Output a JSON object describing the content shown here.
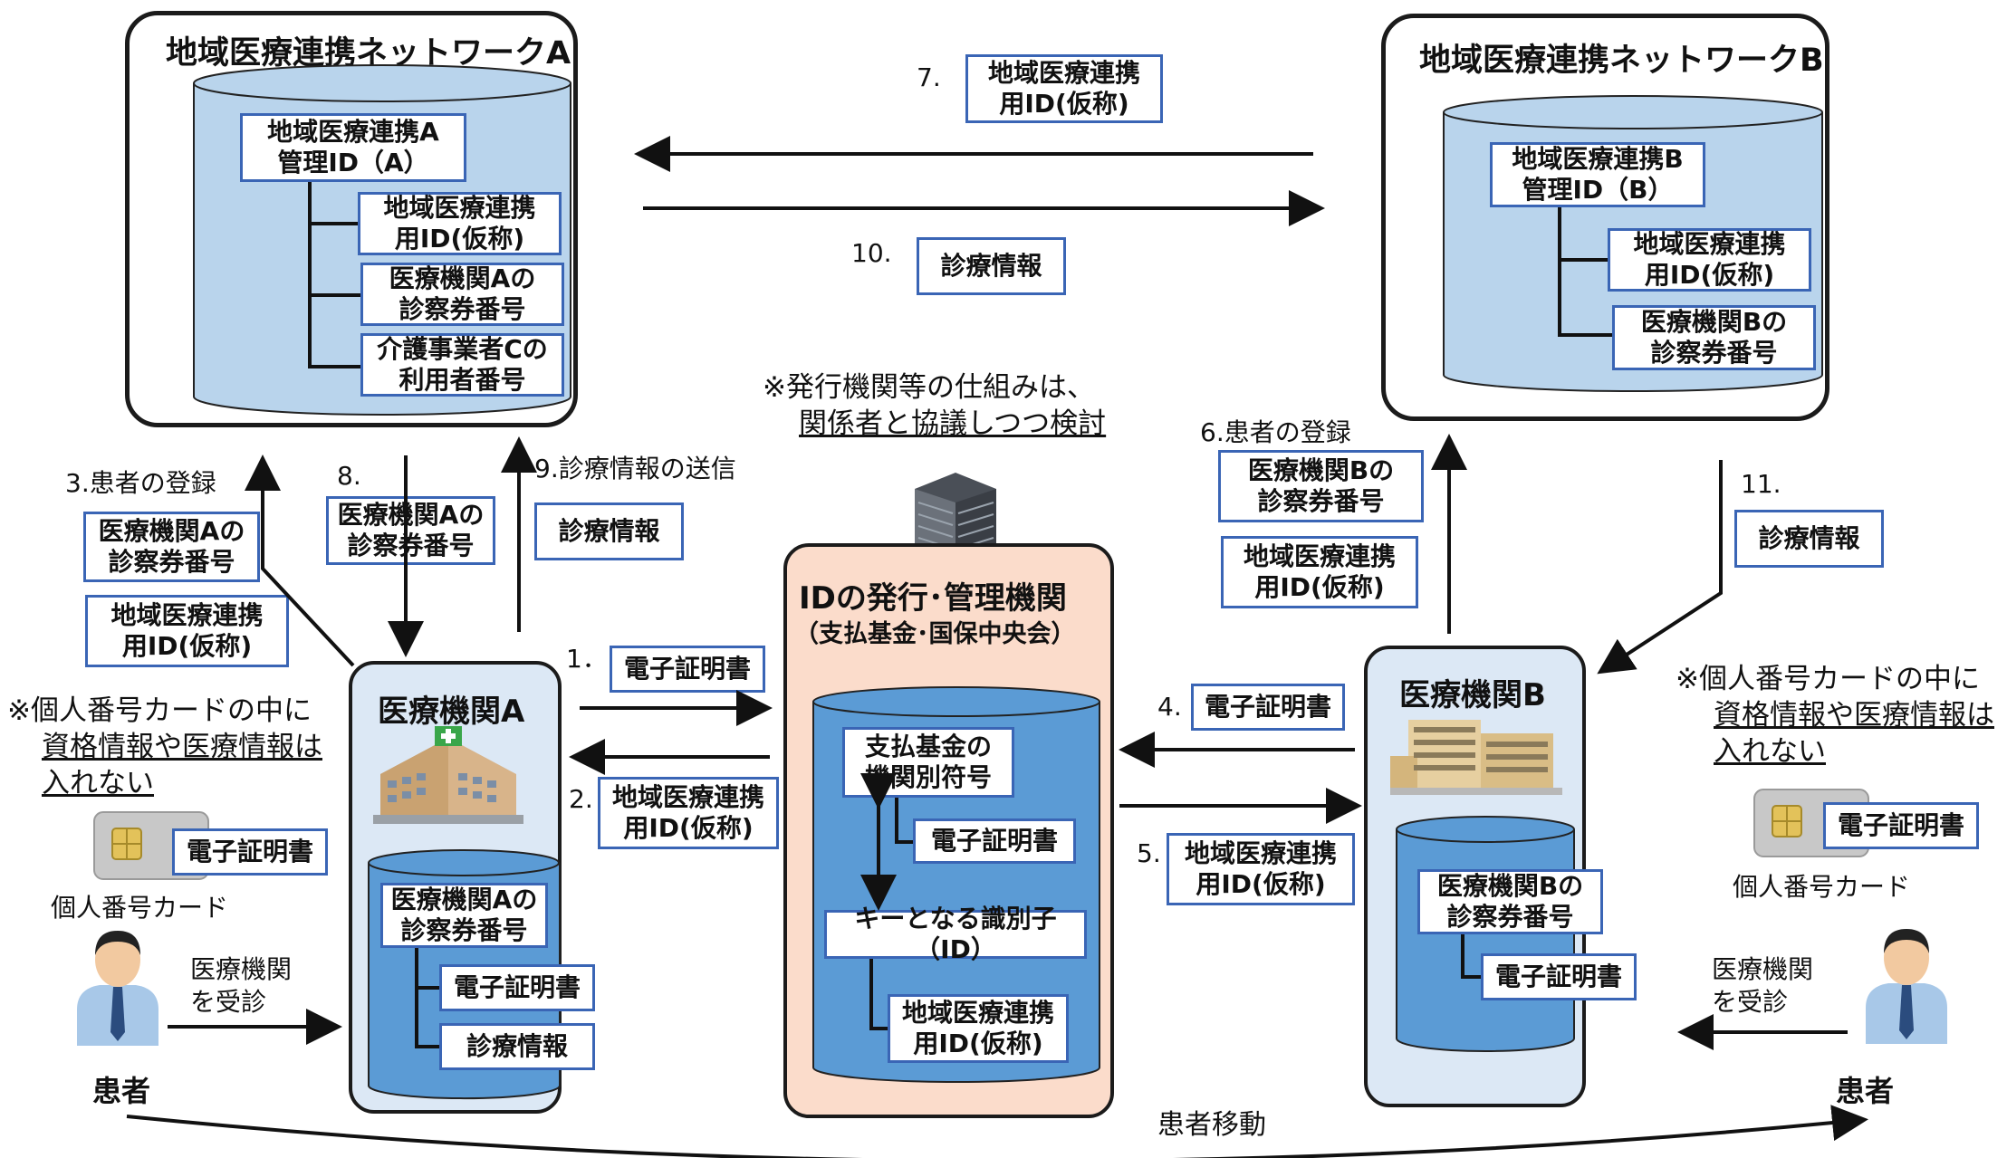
{
  "network_a": {
    "title": "地域医療連携ネットワークA",
    "manage_id": "地域医療連携A\n管理ID（A）",
    "items": [
      "地域医療連携\n用ID(仮称)",
      "医療機関Aの\n診察券番号",
      "介護事業者Cの\n利用者番号"
    ]
  },
  "network_b": {
    "title": "地域医療連携ネットワークB",
    "manage_id": "地域医療連携B\n管理ID（B）",
    "items": [
      "地域医療連携\n用ID(仮称)",
      "医療機関Bの\n診察券番号"
    ]
  },
  "center": {
    "title": "IDの発行･管理機関",
    "subtitle": "（支払基金･国保中央会）",
    "note_line1": "※発行機関等の仕組みは、",
    "note_line2": "関係者と協議しつつ検討",
    "code": "支払基金の\n機関別符号",
    "cert": "電子証明書",
    "key": "キーとなる識別子（ID）",
    "regional_id": "地域医療連携\n用ID(仮称)"
  },
  "hospital_a": {
    "title": "医療機関A",
    "card_no": "医療機関Aの\n診察券番号",
    "cert": "電子証明書",
    "info": "診療情報"
  },
  "hospital_b": {
    "title": "医療機関B",
    "card_no": "医療機関Bの\n診察券番号",
    "cert": "電子証明書"
  },
  "steps": {
    "s1_num": "1．",
    "s1_label": "電子証明書",
    "s2_num": "2.",
    "s2_label": "地域医療連携\n用ID(仮称)",
    "s3_text": "3.患者の登録",
    "s3_card": "医療機関Aの\n診察券番号",
    "s3_id": "地域医療連携\n用ID(仮称)",
    "s4_num": "4.",
    "s4_label": "電子証明書",
    "s5_num": "5.",
    "s5_label": "地域医療連携\n用ID(仮称)",
    "s6_text": "6.患者の登録",
    "s6_card": "医療機関Bの\n診察券番号",
    "s6_id": "地域医療連携\n用ID(仮称)",
    "s7_num": "7.",
    "s7_label": "地域医療連携\n用ID(仮称)",
    "s8_num": "8.",
    "s8_label": "医療機関Aの\n診察券番号",
    "s9_text": "9.診療情報の送信",
    "s9_label": "診療情報",
    "s10_num": "10.",
    "s10_label": "診療情報",
    "s11_num": "11.",
    "s11_label": "診療情報"
  },
  "patient_left": {
    "note_line1": "※個人番号カードの中に",
    "note_line2": "資格情報や医療情報は",
    "note_line3": "入れない",
    "card_cert": "電子証明書",
    "card_label": "個人番号カード",
    "visit": "医療機関\nを受診",
    "label": "患者"
  },
  "patient_right": {
    "note_line1": "※個人番号カードの中に",
    "note_line2": "資格情報や医療情報は",
    "note_line3": "入れない",
    "card_cert": "電子証明書",
    "card_label": "個人番号カード",
    "visit": "医療機関\nを受診",
    "label": "患者"
  },
  "patient_move": "患者移動",
  "colors": {
    "light_cyl": "#b9d4ec",
    "dark_cyl": "#5b9bd5",
    "center_bg": "#fbdccb",
    "hospital_bg": "#dce8f5",
    "label_border": "#3a65b5"
  }
}
